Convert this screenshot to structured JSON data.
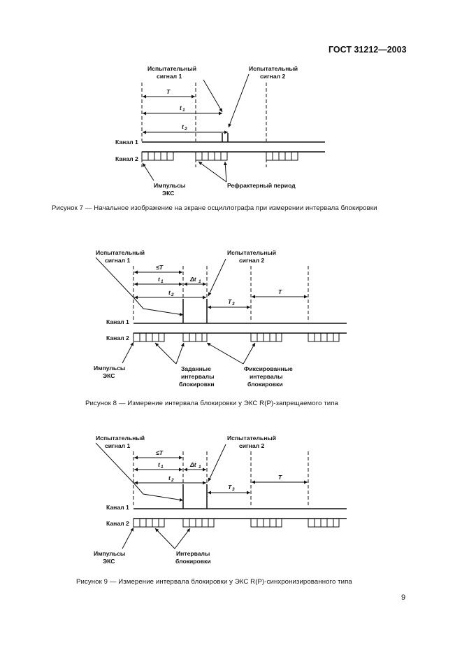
{
  "header": {
    "standard": "ГОСТ 31212—2003"
  },
  "page_number": "9",
  "labels": {
    "test_signal_1_line1": "Испытательный",
    "test_signal_1_line2": "сигнал 1",
    "test_signal_2_line1": "Испытательный",
    "test_signal_2_line2": "сигнал 2",
    "channel_1": "Канал 1",
    "channel_2": "Канал 2",
    "pulses_line1": "Импульсы",
    "pulses_line2": "ЭКС",
    "refractory_period": "Рефрактерный период",
    "T": "T",
    "le_T": "≤T",
    "t": "t",
    "T_letter": "T",
    "delta_t": "Δt",
    "sub_1": "1",
    "sub_2": "2",
    "sub_3": "3",
    "set_intervals_line1": "Заданные",
    "set_intervals_line2": "интервалы",
    "set_intervals_line3": "блокировки",
    "fixed_intervals_line1": "Фиксированные",
    "fixed_intervals_line2": "интервалы",
    "fixed_intervals_line3": "блокировки",
    "intervals_line1": "Интервалы",
    "intervals_line2": "блокировки"
  },
  "captions": {
    "fig7": "Рисунок  7 — Начальное изображение на экране осциллографа при измерении интервала блокировки",
    "fig8": "Рисунок  8 — Измерение интервала блокировки у ЭКС R(P)-запрещаемого типа",
    "fig9": "Рисунок  9 — Измерение интервала блокировки у ЭКС R(P)-синхронизированного типа"
  }
}
